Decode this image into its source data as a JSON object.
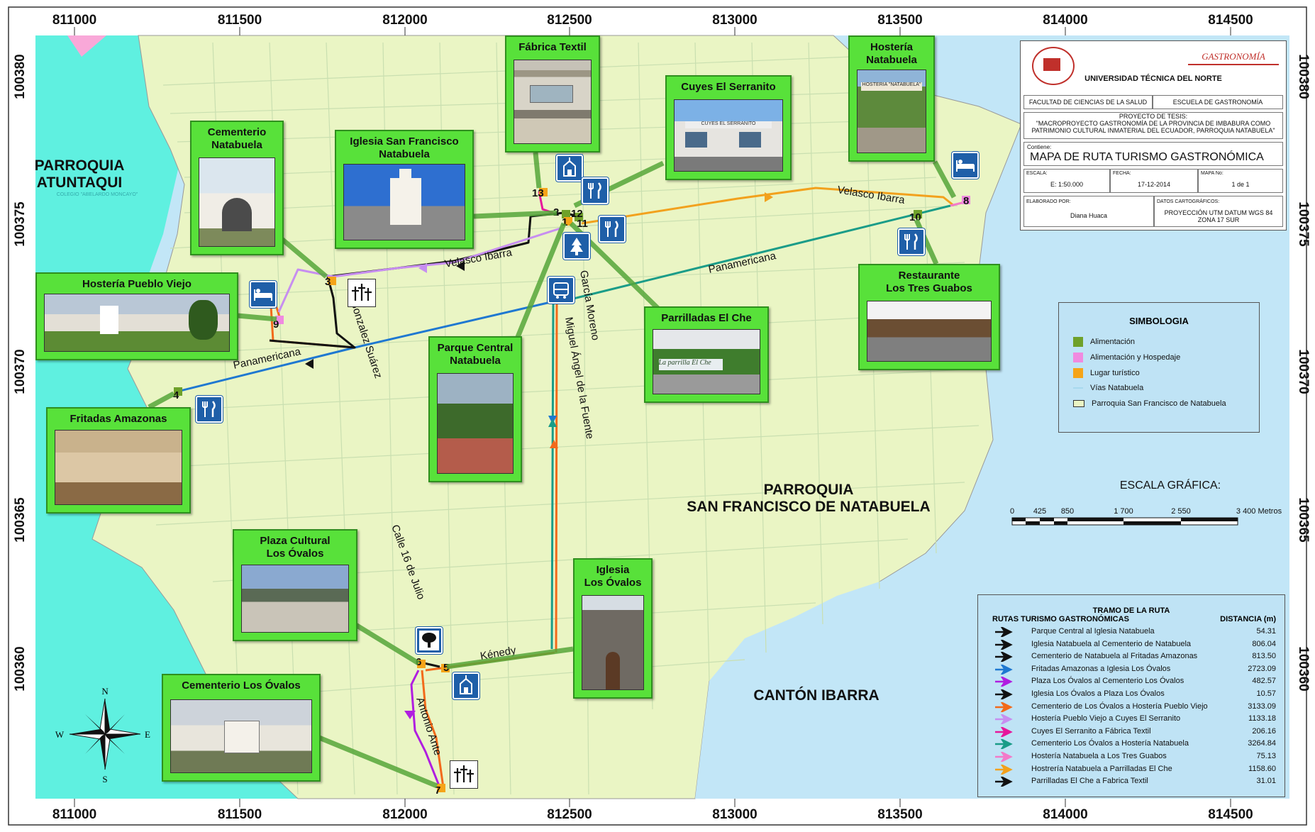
{
  "map": {
    "x_ticks": [
      "811000",
      "811500",
      "812000",
      "812500",
      "813000",
      "813500",
      "814000",
      "814500"
    ],
    "y_ticks": [
      "100380",
      "100375",
      "100370",
      "100365",
      "100360"
    ],
    "areas": {
      "atuntaqui_line1": "PARROQUIA",
      "atuntaqui_line2": "ATUNTAQUI",
      "atuntaqui_small": "COLEGIO \"ABELARDO MONCAYO\"",
      "natabuela_line1": "PARROQUIA",
      "natabuela_line2": "SAN FRANCISCO DE NATABUELA",
      "ibarra": "CANTÓN IBARRA"
    },
    "streets": {
      "velasco_ibarra_east": "Velasco Ibarra",
      "velasco_ibarra_west": "Velasco Ibarra",
      "panamericana_east": "Panamericana",
      "panamericana_west": "Panamericana",
      "gonzalez_suarez": "Gonzalez Suárez",
      "garcia_moreno": "García Moreno",
      "miguel_angel": "Miguel Ángel de la Fuente",
      "calle_16_julio": "Calle 16 de Julio",
      "kenedy": "Kénedy",
      "antonio_ante": "Antonio Ante"
    },
    "waypoints": [
      "1",
      "2",
      "3",
      "4",
      "5",
      "6",
      "7",
      "8",
      "9",
      "10",
      "11",
      "12",
      "13"
    ],
    "compass": {
      "n": "N",
      "s": "S",
      "e": "E",
      "w": "W"
    }
  },
  "pois": {
    "fabrica_textil": "Fábrica Textil",
    "cuyes_serranito": "Cuyes El Serranito",
    "hosteria_natabuela_1": "Hostería",
    "hosteria_natabuela_2": "Natabuela",
    "cementerio_natabuela_1": "Cementerio",
    "cementerio_natabuela_2": "Natabuela",
    "iglesia_sf_1": "Iglesia San Francisco",
    "iglesia_sf_2": "Natabuela",
    "hosteria_pueblo_viejo": "Hostería Pueblo Viejo",
    "parque_central_1": "Parque Central",
    "parque_central_2": "Natabuela",
    "parrilladas_el_che": "Parrilladas El Che",
    "restaurante_1": "Restaurante",
    "restaurante_2": "Los Tres Guabos",
    "fritadas_amazonas": "Fritadas Amazonas",
    "plaza_cultural_1": "Plaza Cultural",
    "plaza_cultural_2": "Los Óvalos",
    "iglesia_ovalos_1": "Iglesia",
    "iglesia_ovalos_2": "Los Óvalos",
    "cementerio_ovalos": "Cementerio Los Óvalos",
    "hosteria_sign": "HOSTERIA \"NATABUELA\"",
    "serranito_sign": "CUYES EL SERRANITO",
    "parrilla_sign": "La parrilla El Che"
  },
  "title_block": {
    "university": "UNIVERSIDAD TÉCNICA DEL NORTE",
    "gastronomia_logo": "GASTRONOMÍA",
    "faculty": "FACULTAD DE CIENCIAS DE LA SALUD",
    "school": "ESCUELA DE GASTRONOMÍA",
    "project_line1": "PROYECTO DE TESIS:",
    "project_line2": "\"MACROPROYECTO GASTRONOMÍA DE LA PROVINCIA DE IMBABURA COMO",
    "project_line3": "PATRIMONIO CULTURAL INMATERIAL DEL ECUADOR, PARROQUIA NATABUELA\"",
    "contiene_label": "Contiene:",
    "map_title": "MAPA DE RUTA TURISMO GASTRONÓMICA",
    "escala_label": "ESCALA:",
    "escala_value": "E: 1:50.000",
    "fecha_label": "FECHA:",
    "fecha_value": "17-12-2014",
    "mapa_label": "MAPA No:",
    "mapa_value": "1 de 1",
    "elaborado_label": "ELABORADO POR:",
    "elaborado_value": "Diana Huaca",
    "datos_label": "DATOS CARTOGRÁFICOS:",
    "datos_value1": "PROYECCIÓN UTM DATUM WGS 84",
    "datos_value2": "ZONA 17 SUR"
  },
  "simbologia": {
    "title": "SIMBOLOGIA",
    "items": [
      {
        "label": "Alimentación",
        "color": "#6fa12a"
      },
      {
        "label": "Alimentación y Hospedaje",
        "color": "#f08ae0"
      },
      {
        "label": "Lugar turístico",
        "color": "#f5a418"
      },
      {
        "label": "Vías Natabuela",
        "color": "#a8d9ee"
      },
      {
        "label": "Parroquia San Francisco de Natabuela",
        "color": "#eaf5c4"
      }
    ]
  },
  "scale_bar": {
    "title": "ESCALA GRÁFICA:",
    "labels": [
      "0",
      "425",
      "850",
      "1 700",
      "2 550",
      "3 400 Metros"
    ]
  },
  "routes": {
    "title": "TRAMO DE LA RUTA",
    "col_routes": "RUTAS TURISMO GASTRONÓMICAS",
    "col_distance": "DISTANCIA (m)",
    "rows": [
      {
        "name": "Parque Central al Iglesia Natabuela",
        "distance": "54.31",
        "color": "#111111"
      },
      {
        "name": "Iglesia Natabuela al Cementerio de Natabuela",
        "distance": "806.04",
        "color": "#111111"
      },
      {
        "name": "Cementerio de Natabuela al Fritadas Amazonas",
        "distance": "813.50",
        "color": "#111111"
      },
      {
        "name": "Fritadas Amazonas a Iglesia Los Óvalos",
        "distance": "2723.09",
        "color": "#1f78d1"
      },
      {
        "name": "Plaza Los Óvalos al Cementerio Los Óvalos",
        "distance": "482.57",
        "color": "#b01ee0"
      },
      {
        "name": "Iglesia Los Óvalos a Plaza Los Óvalos",
        "distance": "10.57",
        "color": "#111111"
      },
      {
        "name": "Cementerio de Los Óvalos a Hostería Pueblo Viejo",
        "distance": "3133.09",
        "color": "#f26a1b"
      },
      {
        "name": "Hostería Pueblo Viejo a Cuyes El Serranito",
        "distance": "1133.18",
        "color": "#c78ef0"
      },
      {
        "name": "Cuyes El Serranito a Fábrica Textil",
        "distance": "206.16",
        "color": "#e6179b"
      },
      {
        "name": "Cementerio Los Óvalos a Hostería Natabuela",
        "distance": "3264.84",
        "color": "#1a9c88"
      },
      {
        "name": "Hostería Natabuela a Los Tres Guabos",
        "distance": "75.13",
        "color": "#f37ac9"
      },
      {
        "name": "Hostrería Natabuela a Parrilladas El Che",
        "distance": "1158.60",
        "color": "#f2a11d"
      },
      {
        "name": "Parrilladas El Che a Fabrica Textil",
        "distance": "31.01",
        "color": "#111111"
      }
    ]
  }
}
